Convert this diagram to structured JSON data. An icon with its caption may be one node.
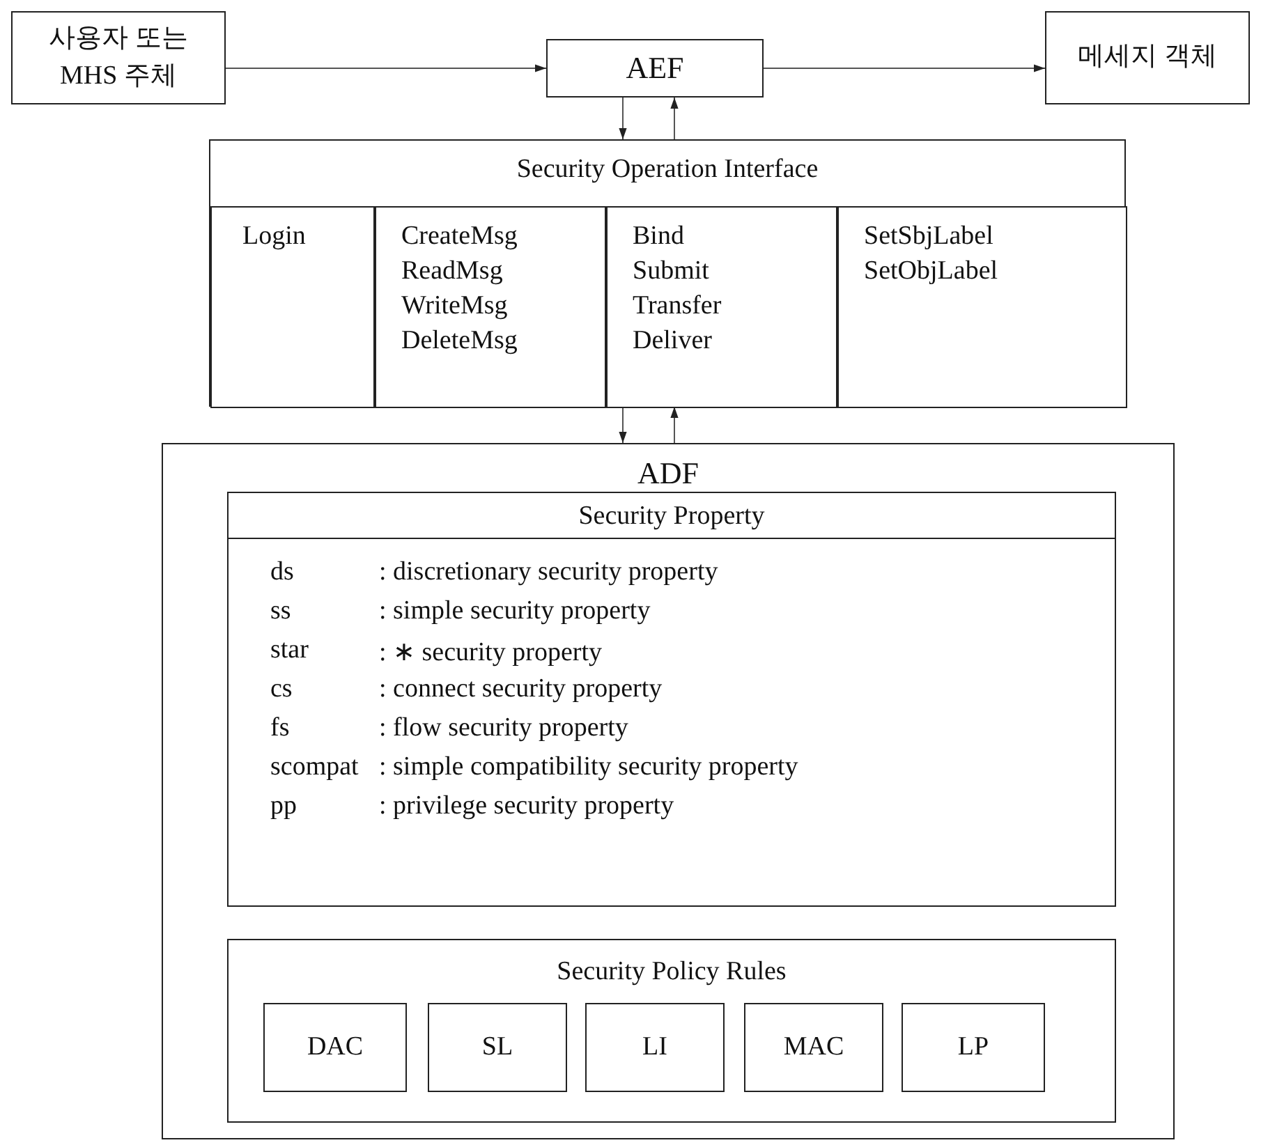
{
  "diagram": {
    "nodes": [
      {
        "text": [
          "사용자 또는 MHS 주체"
        ]
      },
      {
        "text": [
          "AEF"
        ]
      },
      {
        "text": [
          "메세지 객체"
        ]
      },
      {
        "text": [
          "Security Operation Interface"
        ]
      },
      {
        "text": [
          "Login"
        ],
        "in": 3
      },
      {
        "text": [
          "CreateMsg",
          "ReadMsg",
          "WriteMsg",
          "DeleteMsg"
        ],
        "in": 3
      },
      {
        "text": [
          "Bind",
          "Submit",
          "Transfer",
          "Deliver"
        ],
        "in": 3
      },
      {
        "text": [
          "SetSbjLabel",
          "SetObjLabel"
        ],
        "in": 3
      },
      {
        "text": [
          "ADF"
        ]
      },
      {
        "text": [
          "Security Property",
          "ds",
          ": discretionary security property",
          "ss",
          ": simple security property",
          "star",
          ": ∗ security property",
          "cs",
          ": connect security property",
          "fs",
          ": flow security property",
          "scompat",
          ": simple compatibility security property",
          "pp",
          ": privilege security property"
        ],
        "in": 8
      },
      {
        "text": [
          "Security Policy Rules"
        ],
        "in": 8
      },
      {
        "text": [
          "DAC"
        ],
        "in": 10
      },
      {
        "text": [
          "SL"
        ],
        "in": 10
      },
      {
        "text": [
          "LI"
        ],
        "in": 10
      },
      {
        "text": [
          "MAC"
        ],
        "in": 10
      },
      {
        "text": [
          "LP"
        ],
        "in": 10
      }
    ],
    "edges": [
      {
        "from": 0,
        "to": 1,
        "arrow": "to"
      },
      {
        "from": 1,
        "to": 2,
        "arrow": "to"
      },
      {
        "from": 1,
        "to": 3,
        "arrow": "to"
      },
      {
        "from": 3,
        "to": 1,
        "arrow": "to"
      },
      {
        "from": 3,
        "to": 8,
        "arrow": "to"
      },
      {
        "from": 8,
        "to": 3,
        "arrow": "to"
      }
    ]
  }
}
